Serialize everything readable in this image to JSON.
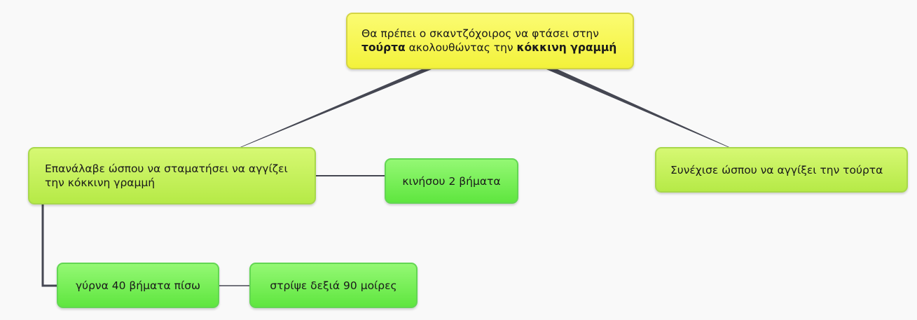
{
  "root": {
    "line1": "Θα πρέπει ο σκαντζόχοιρος να φτάσει στην",
    "bold1": "τούρτα",
    "mid": " ακολουθώντας την ",
    "bold2": "κόκκινη γραμμή"
  },
  "repeat_node": {
    "label": "Επανάλαβε ώσπου να σταματήσει να αγγίζει την κόκκινη γραμμή"
  },
  "continue_node": {
    "label": "Συνέχισε ώσπου να αγγίξει την τούρτα"
  },
  "move_node": {
    "label": "κινήσου 2 βήματα"
  },
  "back_node": {
    "label": "γύρνα 40 βήματα πίσω"
  },
  "turn_node": {
    "label": "στρίψε δεξιά 90 μοίρες"
  },
  "colors": {
    "root_fill": "#f5f542",
    "lime_fill": "#c3ef5b",
    "green_fill": "#73ec55",
    "connector": "#454752"
  }
}
